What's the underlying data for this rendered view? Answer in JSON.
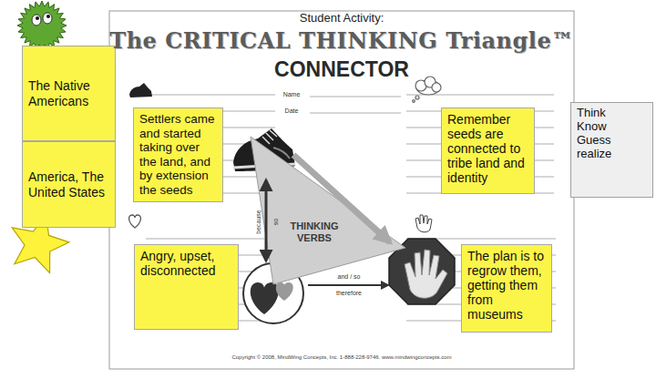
{
  "diagram": {
    "title": "The CRITICAL THINKING Triangle™",
    "nodes": [
      {
        "text": [
          "The Native Americans"
        ]
      },
      {
        "text": [
          "America, The United States"
        ]
      },
      {
        "text": [
          "Settlers came and started taking over the land, and by extension the seeds"
        ]
      },
      {
        "text": [
          "Remember seeds are connected to tribe land and identity"
        ]
      },
      {
        "text": [
          "Think Know Guess realize"
        ]
      },
      {
        "text": [
          "THINKING VERBS"
        ]
      },
      {
        "text": [
          "Angry, upset, disconnected"
        ]
      },
      {
        "text": [
          "The plan is to regrow them, getting them from museums"
        ]
      }
    ],
    "labels": [
      "Student Activity:",
      "CONNECTOR",
      "Name",
      "Date",
      "because",
      "so",
      "and / so",
      "therefore",
      "Copyright © 2008, MindWing Concepts, Inc. 1-888-228-9746. www.mindwingconcepts.com"
    ]
  }
}
